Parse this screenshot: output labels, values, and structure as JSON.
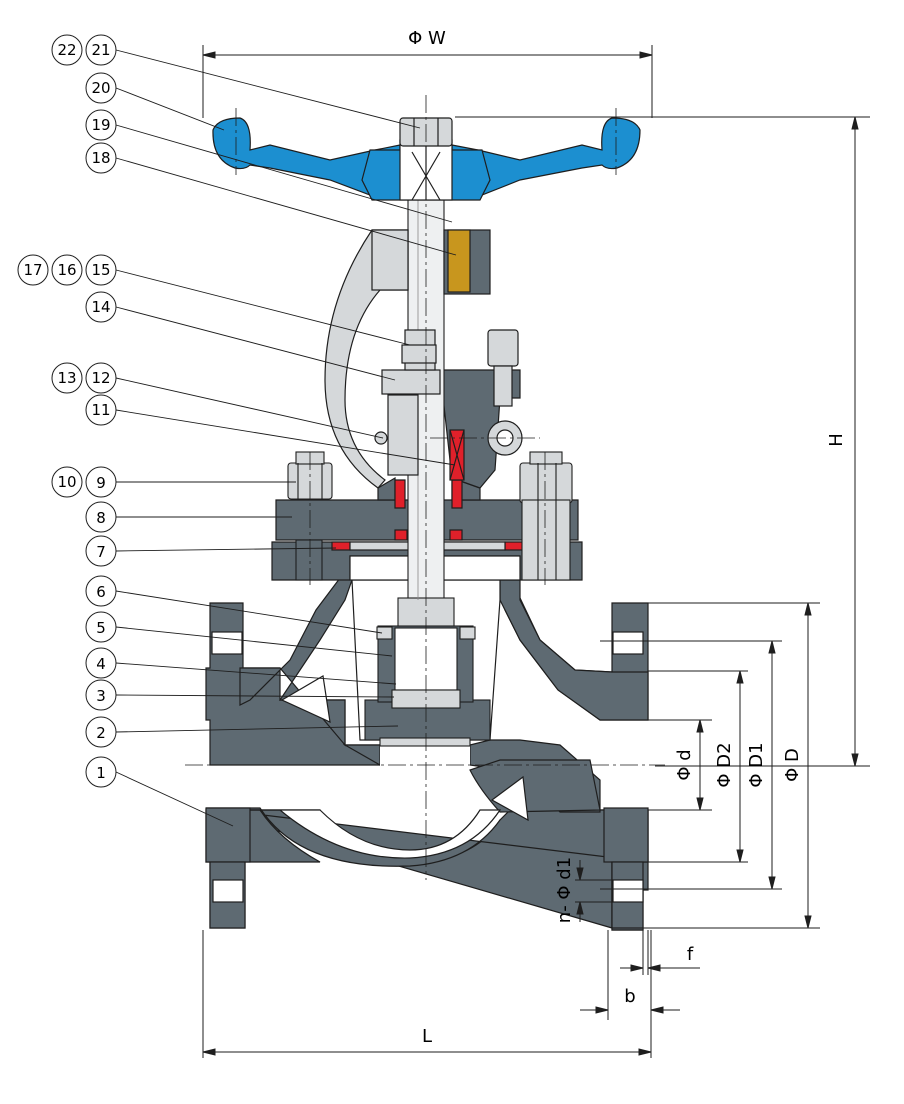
{
  "callouts": [
    {
      "id": "c22",
      "label": "22"
    },
    {
      "id": "c21",
      "label": "21"
    },
    {
      "id": "c20",
      "label": "20"
    },
    {
      "id": "c19",
      "label": "19"
    },
    {
      "id": "c18",
      "label": "18"
    },
    {
      "id": "c17",
      "label": "17"
    },
    {
      "id": "c16",
      "label": "16"
    },
    {
      "id": "c15",
      "label": "15"
    },
    {
      "id": "c14",
      "label": "14"
    },
    {
      "id": "c13",
      "label": "13"
    },
    {
      "id": "c12",
      "label": "12"
    },
    {
      "id": "c11",
      "label": "11"
    },
    {
      "id": "c10",
      "label": "10"
    },
    {
      "id": "c9",
      "label": "9"
    },
    {
      "id": "c8",
      "label": "8"
    },
    {
      "id": "c7",
      "label": "7"
    },
    {
      "id": "c6",
      "label": "6"
    },
    {
      "id": "c5",
      "label": "5"
    },
    {
      "id": "c4",
      "label": "4"
    },
    {
      "id": "c3",
      "label": "3"
    },
    {
      "id": "c2",
      "label": "2"
    },
    {
      "id": "c1",
      "label": "1"
    }
  ],
  "dimensions": {
    "handwheel_diameter": "Φ W",
    "height": "H",
    "length": "L",
    "bore": "Φ d",
    "raised_face": "Φ D2",
    "bolt_circle": "Φ D1",
    "flange_outer": "Φ D",
    "bolt_holes": "n- Φ d1",
    "face_height": "f",
    "flange_thickness": "b"
  },
  "colors": {
    "body": "#5e6a72",
    "handwheel": "#1c8fd0",
    "packing": "#e0202a",
    "bushing": "#c8961e",
    "light_metal": "#d5d8da",
    "stem": "#eef0f1",
    "outline": "#1e1e1e"
  }
}
